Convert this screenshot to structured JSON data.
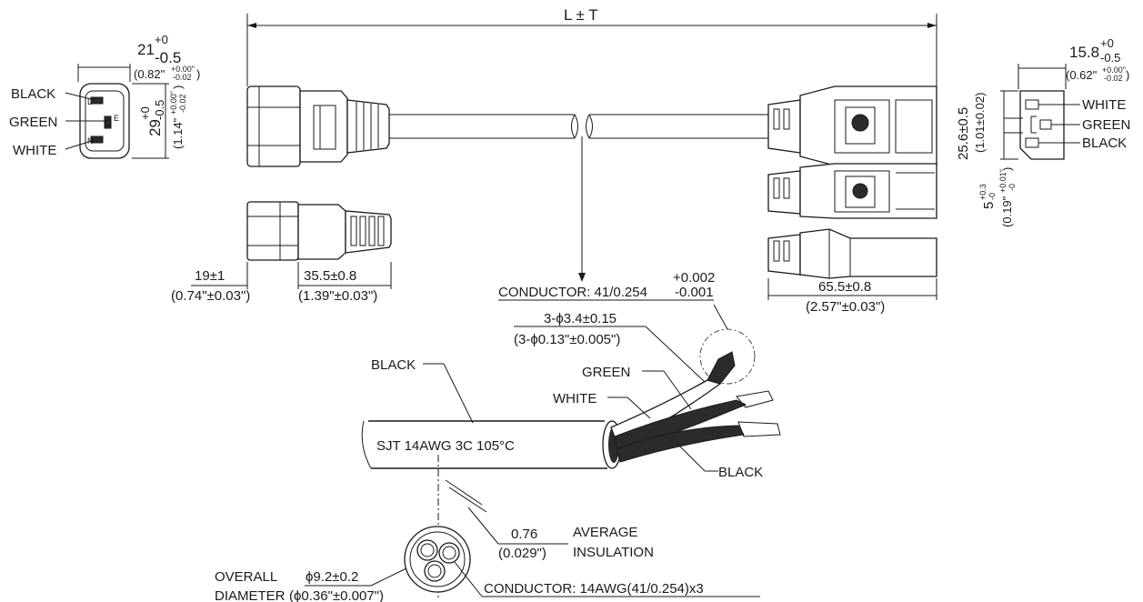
{
  "overall_length": "L ± T",
  "left_front_view": {
    "width_mm_nominal": "21",
    "width_mm_tol_upper": "+0",
    "width_mm_tol_lower": "-0.5",
    "width_in": "(0.82\"",
    "width_in_tol_upper": "+0.00\"",
    "width_in_tol_lower": "-0.02",
    "width_in_close": ")",
    "height_mm_nominal": "29",
    "height_mm_tol_upper": "+0",
    "height_mm_tol_lower": "-0.5",
    "height_in": "(1.14\"",
    "height_in_tol_upper": "+0.00\"",
    "height_in_tol_lower": "-0.02",
    "height_in_close": ")",
    "wire_black": "BLACK",
    "wire_green": "GREEN",
    "wire_white": "WHITE"
  },
  "left_side_view": {
    "dim_a_mm": "19±1",
    "dim_a_in": "(0.74\"±0.03\")",
    "dim_b_mm": "35.5±0.8",
    "dim_b_in": "(1.39\"±0.03\")"
  },
  "right_front_view": {
    "width_mm_nominal": "15.8",
    "width_mm_tol_upper": "+0",
    "width_mm_tol_lower": "-0.5",
    "width_in": "(0.62\"",
    "width_in_tol_upper": "+0.00\"",
    "width_in_tol_lower": "-0.02",
    "width_in_close": ")",
    "height_mm": "25.6±0.5",
    "height_in": "(1.01±0.02)",
    "slot_mm_nominal": "5",
    "slot_mm_tol_upper": "+0.3",
    "slot_mm_tol_lower": "-0",
    "slot_in": "(0.19\"",
    "slot_in_tol_upper": "+0.01\"",
    "slot_in_tol_lower": "-0",
    "slot_in_close": ")",
    "wire_white": "WHITE",
    "wire_green": "GREEN",
    "wire_black": "BLACK"
  },
  "right_side_view": {
    "dim_mm": "65.5±0.8",
    "dim_in": "(2.57\"±0.03\")"
  },
  "cable": {
    "conductor_label": "CONDUCTOR: 41/0.254",
    "conductor_tol_upper": "+0.002",
    "conductor_tol_lower": "-0.001",
    "core_dia_mm": "3-ϕ3.4±0.15",
    "core_dia_in": "(3-ϕ0.13\"±0.005\")",
    "jacket_marking": "SJT 14AWG 3C 105°C",
    "wire_black_top": "BLACK",
    "wire_green": "GREEN",
    "wire_white": "WHITE",
    "wire_black_bottom": "BLACK"
  },
  "cross_section": {
    "insulation_mm": "0.76",
    "insulation_in": "(0.029\")",
    "insulation_label_1": "AVERAGE",
    "insulation_label_2": "INSULATION",
    "overall_label_1": "OVERALL",
    "overall_label_2": "DIAMETER",
    "overall_mm": "ϕ9.2±0.2",
    "overall_in": "(ϕ0.36\"±0.007\")",
    "conductor_label": "CONDUCTOR: 14AWG(41/0.254)x3"
  }
}
